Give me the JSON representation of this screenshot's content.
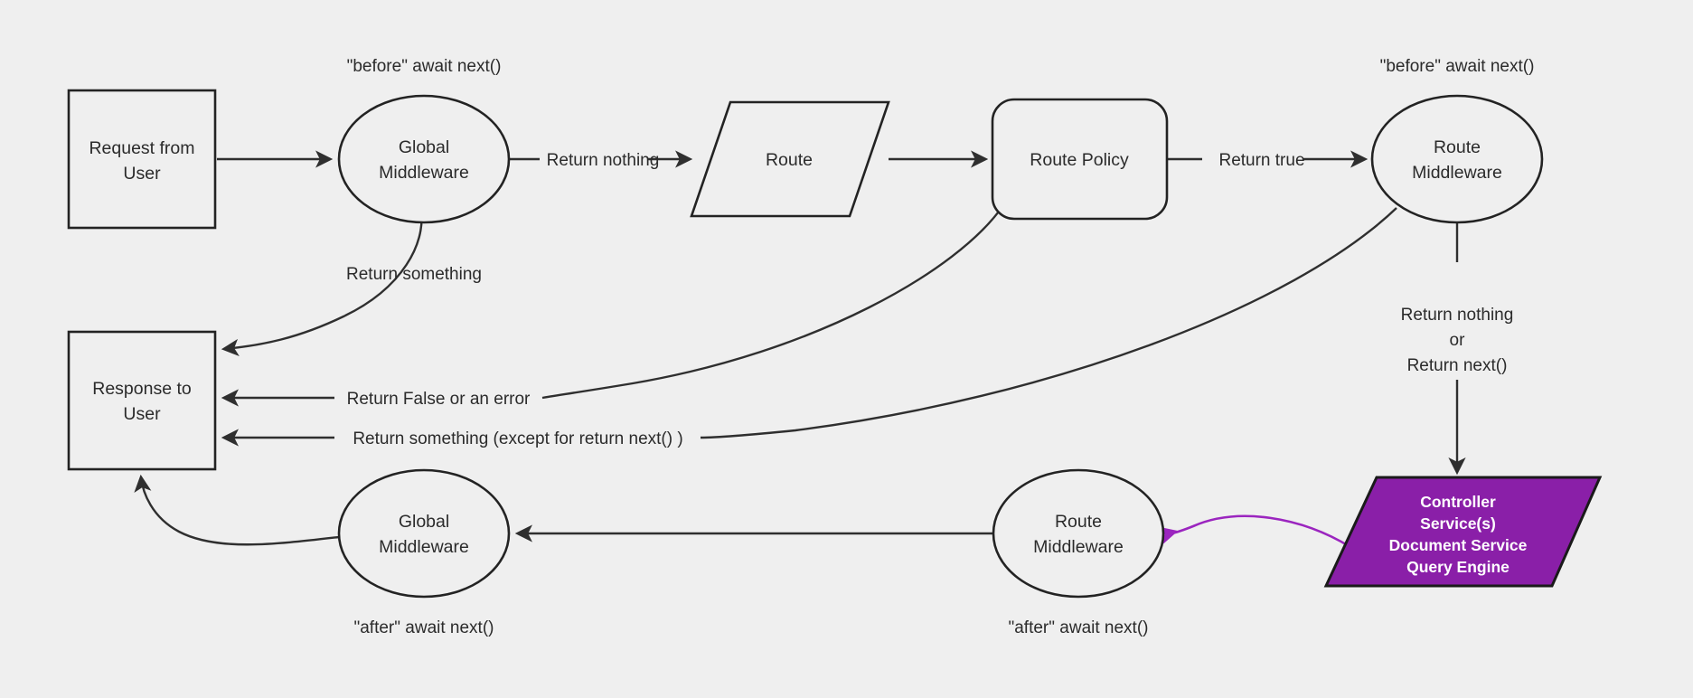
{
  "diagram": {
    "title": "Request lifecycle middleware flow",
    "background_color": "#efefef",
    "stroke_color": "#232323",
    "accent_color": "#8a1fa8",
    "accent_arrow_color": "#9b25bf"
  },
  "nodes": {
    "request_from_user": {
      "line1": "Request from",
      "line2": "User",
      "shape": "rectangle"
    },
    "global_middleware_top": {
      "line1": "Global",
      "line2": "Middleware",
      "shape": "ellipse"
    },
    "route": {
      "line1": "Route",
      "shape": "parallelogram"
    },
    "route_policy": {
      "line1": "Route Policy",
      "shape": "rounded-rectangle"
    },
    "route_middleware_top": {
      "line1": "Route",
      "line2": "Middleware",
      "shape": "ellipse"
    },
    "controller": {
      "line1": "Controller",
      "line2": "Service(s)",
      "line3": "Document Service",
      "line4": "Query Engine",
      "shape": "parallelogram",
      "fill": "#8a1fa8"
    },
    "route_middleware_bottom": {
      "line1": "Route",
      "line2": "Middleware",
      "shape": "ellipse"
    },
    "global_middleware_bottom": {
      "line1": "Global",
      "line2": "Middleware",
      "shape": "ellipse"
    },
    "response_to_user": {
      "line1": "Response to",
      "line2": "User",
      "shape": "rectangle"
    }
  },
  "annotations": {
    "before_await_next_global": "\"before\" await next()",
    "before_await_next_route": "\"before\" await next()",
    "after_await_next_global": "\"after\" await next()",
    "after_await_next_route": "\"after\" await next()"
  },
  "edge_labels": {
    "return_nothing": "Return nothing",
    "return_true": "Return true",
    "return_something": "Return something",
    "return_false_or_error": "Return False or an error",
    "return_something_except_next": "Return something (except for return next() )",
    "return_nothing_or_next_l1": "Return nothing",
    "return_nothing_or_next_l2": "or",
    "return_nothing_or_next_l3": "Return next()"
  }
}
